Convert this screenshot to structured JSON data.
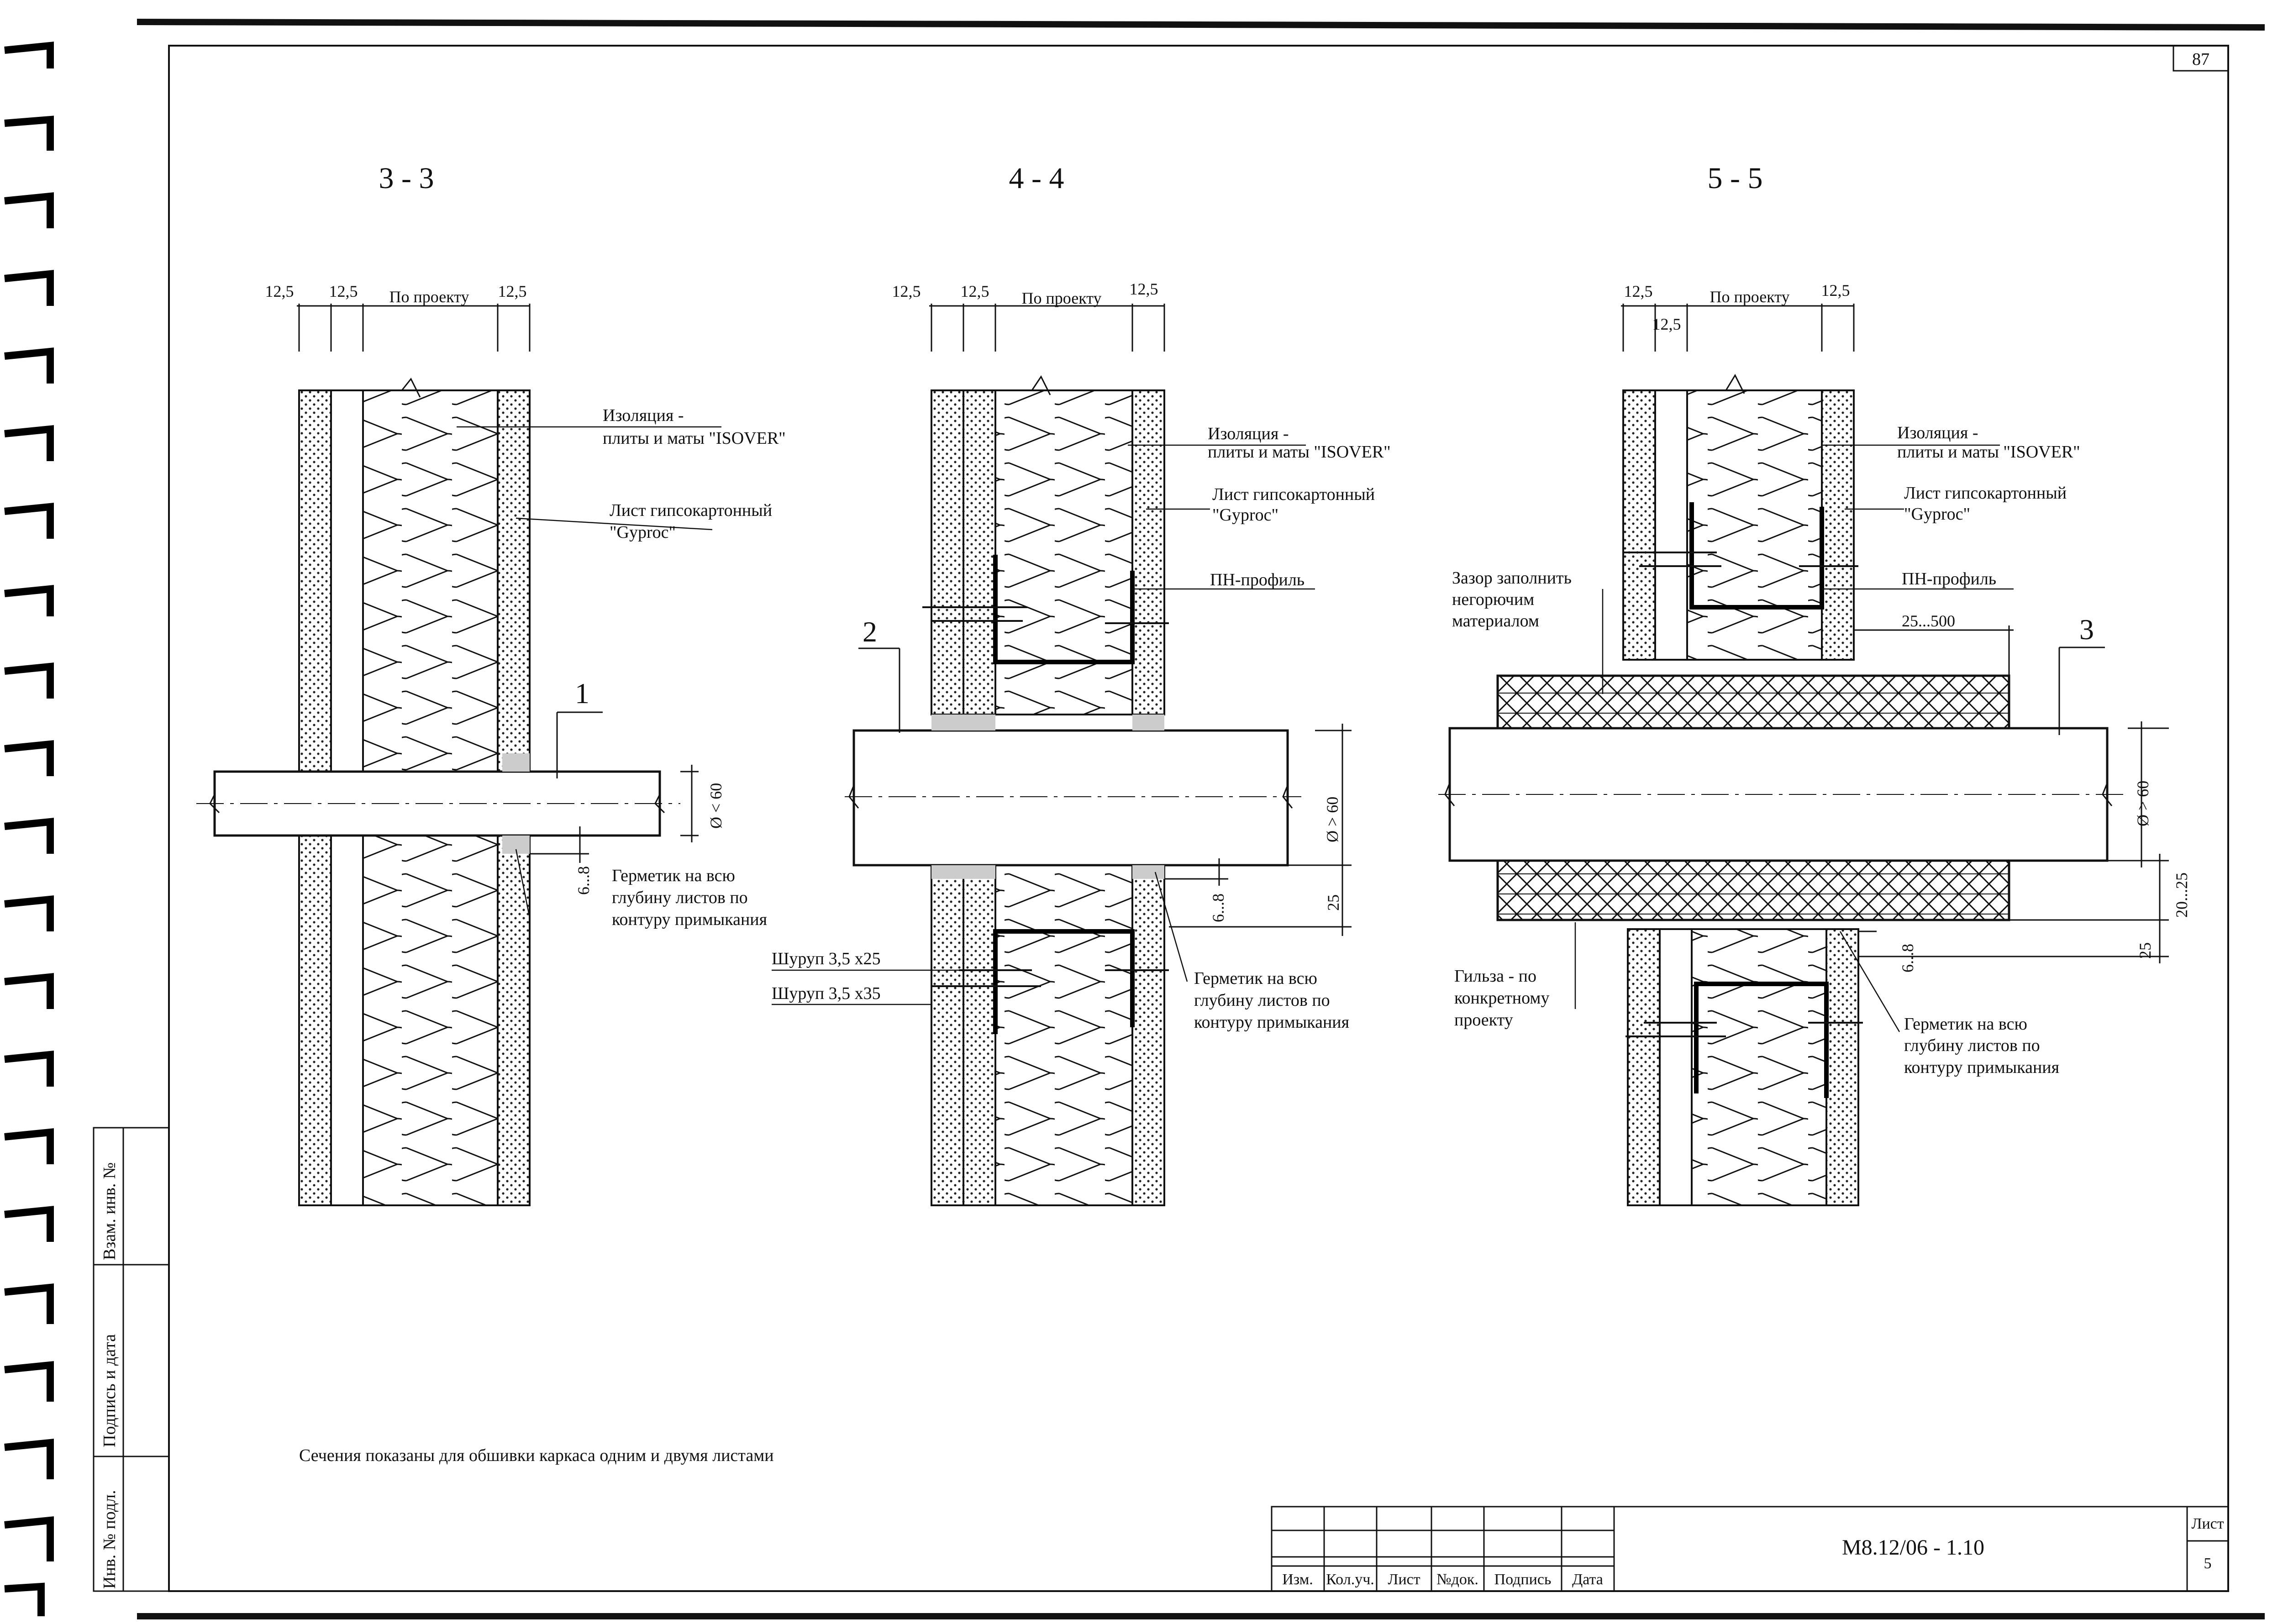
{
  "sheet_corner_number": "87",
  "sections": [
    {
      "title": "3 - 3",
      "dims": [
        "12,5",
        "12,5",
        "По проекту",
        "12,5"
      ],
      "callout": "1",
      "diameter": "Ø < 60",
      "gap": "6...8",
      "labels": {
        "insulation": [
          "Изоляция -",
          "плиты и маты \"ISOVER\""
        ],
        "gypsum": [
          "Лист гипсокартонный",
          "\"Gyproc\""
        ],
        "sealant": [
          "Герметик на всю",
          "глубину листов по",
          "контуру примыкания"
        ]
      }
    },
    {
      "title": "4 - 4",
      "dims": [
        "12,5",
        "12,5",
        "По проекту",
        "12,5"
      ],
      "callout": "2",
      "diameter": "Ø > 60",
      "gap": "6...8",
      "offset": "25",
      "labels": {
        "insulation": [
          "Изоляция -",
          "плиты и маты \"ISOVER\""
        ],
        "gypsum": [
          "Лист гипсокартонный",
          "\"Gyproc\""
        ],
        "profile": "ПН-профиль",
        "screw1": "Шуруп 3,5 х25",
        "screw2": "Шуруп 3,5 х35",
        "sealant": [
          "Герметик на всю",
          "глубину листов по",
          "контуру примыкания"
        ]
      }
    },
    {
      "title": "5 - 5",
      "dims": [
        "12,5",
        "12,5",
        "По проекту",
        "12,5"
      ],
      "callout": "3",
      "diameter": "Ø > 60",
      "gap": "6...8",
      "offset": "25",
      "sleeve_gap": "20...25",
      "spacing": "25...500",
      "labels": {
        "insulation": [
          "Изоляция -",
          "плиты и маты \"ISOVER\""
        ],
        "gypsum": [
          "Лист гипсокартонный",
          "\"Gyproc\""
        ],
        "profile": "ПН-профиль",
        "fill": [
          "Зазор заполнить",
          "негорючим",
          "материалом"
        ],
        "sleeve": [
          "Гильза  - по",
          "конкретному",
          "проекту"
        ],
        "sealant": [
          "Герметик на всю",
          "глубину листов по",
          "контуру примыкания"
        ]
      }
    }
  ],
  "note": "Сечения показаны для обшивки каркаса одним  и двумя листами",
  "stamp": {
    "columns": [
      "Изм.",
      "Кол.уч.",
      "Лист",
      "№док.",
      "Подпись",
      "Дата"
    ],
    "code": "М8.12/06 - 1.10",
    "sheet_label": "Лист",
    "sheet_number": "5"
  },
  "side_stamp": [
    "Инв. № подл.",
    "Подпись и дата",
    "Взам. инв. №"
  ]
}
